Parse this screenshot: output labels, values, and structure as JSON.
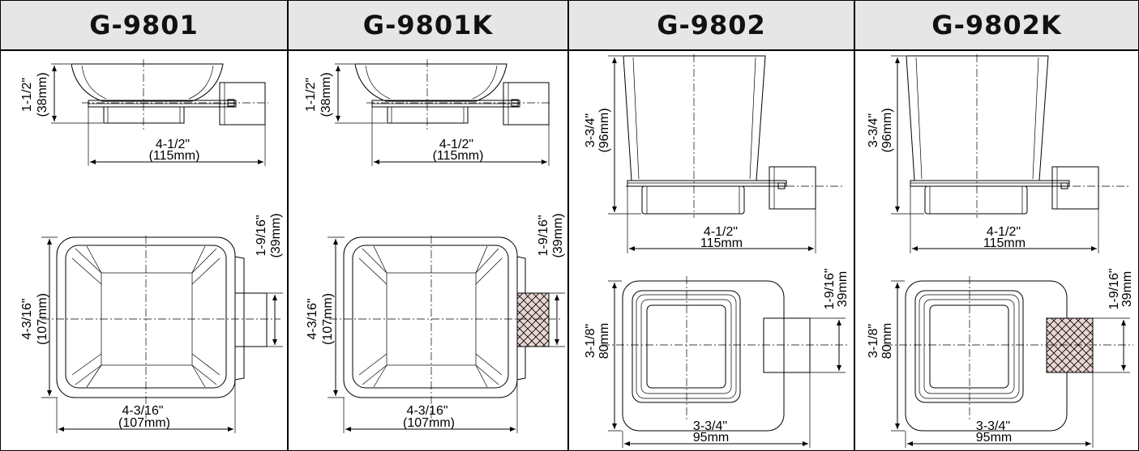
{
  "panels": [
    {
      "model": "G-9801",
      "dims": {
        "side_h_in": "1-1/2\"",
        "side_h_mm": "(38mm)",
        "side_w_in": "4-1/2\"",
        "side_w_mm": "(115mm)",
        "top_h_in": "4-3/16\"",
        "top_h_mm": "(107mm)",
        "top_w_in": "4-3/16\"",
        "top_w_mm": "(107mm)",
        "mount_in": "1-9/16\"",
        "mount_mm": "(39mm)"
      }
    },
    {
      "model": "G-9801K",
      "dims": {
        "side_h_in": "1-1/2\"",
        "side_h_mm": "(38mm)",
        "side_w_in": "4-1/2\"",
        "side_w_mm": "(115mm)",
        "top_h_in": "4-3/16\"",
        "top_h_mm": "(107mm)",
        "top_w_in": "4-3/16\"",
        "top_w_mm": "(107mm)",
        "mount_in": "1-9/16\"",
        "mount_mm": "(39mm)"
      }
    },
    {
      "model": "G-9802",
      "dims": {
        "side_h_in": "3-3/4\"",
        "side_h_mm": "(96mm)",
        "side_w_in": "4-1/2\"",
        "side_w_mm": "115mm",
        "top_h_in": "3-1/8\"",
        "top_h_mm": "80mm",
        "top_w_in": "3-3/4\"",
        "top_w_mm": "95mm",
        "mount_in": "1-9/16\"",
        "mount_mm": "39mm"
      }
    },
    {
      "model": "G-9802K",
      "dims": {
        "side_h_in": "3-3/4\"",
        "side_h_mm": "(96mm)",
        "side_w_in": "4-1/2\"",
        "side_w_mm": "115mm",
        "top_h_in": "3-1/8\"",
        "top_h_mm": "80mm",
        "top_w_in": "3-3/4\"",
        "top_w_mm": "95mm",
        "mount_in": "1-9/16\"",
        "mount_mm": "39mm"
      }
    }
  ]
}
